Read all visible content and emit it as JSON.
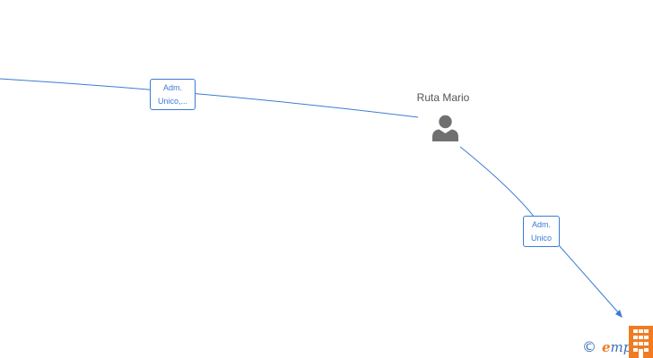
{
  "nodes": {
    "person": {
      "name": "Ruta Mario",
      "icon": "person-icon"
    },
    "company": {
      "icon": "building-icon"
    }
  },
  "edges": [
    {
      "label_line1": "Adm.",
      "label_line2": "Unico,..."
    },
    {
      "label_line1": "Adm.",
      "label_line2": "Unico"
    }
  ],
  "watermark": {
    "copyright_symbol": "©",
    "brand_initial": "e",
    "brand_rest": "mpresia",
    "icon": "building-icon"
  },
  "colors": {
    "edge": "#3a7bd5",
    "person_icon": "#707070",
    "brand_orange": "#f07b22",
    "brand_blue": "#3a70b8"
  }
}
